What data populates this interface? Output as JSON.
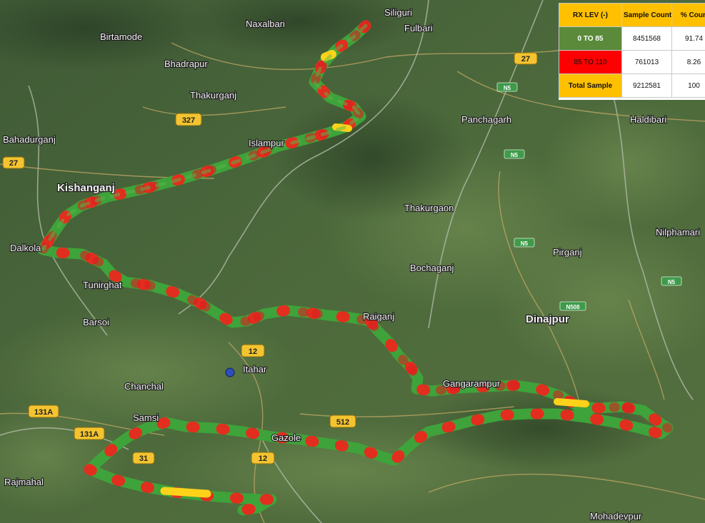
{
  "legend": {
    "headers": [
      "RX LEV (-)",
      "Sample Count",
      "% Coun"
    ],
    "rows": [
      {
        "label": "0 TO 85",
        "count": "8451568",
        "percent": "91.74"
      },
      {
        "label": "85 TO 110",
        "count": "761013",
        "percent": "8.26"
      },
      {
        "label": "Total Sample",
        "count": "9212581",
        "percent": "100"
      }
    ]
  },
  "colors": {
    "good": "#3aa535",
    "bad": "#ff0000",
    "total": "#ffc000",
    "good_label": "#5a8a3a",
    "header": "#ffc000"
  },
  "places": [
    {
      "name": "Siliguri"
    },
    {
      "name": "Fulbari"
    },
    {
      "name": "Naxalbari"
    },
    {
      "name": "Birtamode"
    },
    {
      "name": "Bhadrapur"
    },
    {
      "name": "Thakurganj"
    },
    {
      "name": "Bahadurganj"
    },
    {
      "name": "Islampur"
    },
    {
      "name": "Kishanganj"
    },
    {
      "name": "Panchagarh"
    },
    {
      "name": "Haldibari"
    },
    {
      "name": "Thakurgaon"
    },
    {
      "name": "Nilphamari"
    },
    {
      "name": "Pirganj"
    },
    {
      "name": "Bochaganj"
    },
    {
      "name": "Dinajpur"
    },
    {
      "name": "Dalkola"
    },
    {
      "name": "Tunirghat"
    },
    {
      "name": "Barsoi"
    },
    {
      "name": "Itahar"
    },
    {
      "name": "Chanchal"
    },
    {
      "name": "Gangarampur"
    },
    {
      "name": "Samsi"
    },
    {
      "name": "Gazole"
    },
    {
      "name": "Rajmahal"
    },
    {
      "name": "Mohadevpur"
    },
    {
      "name": "Raiganj"
    }
  ],
  "shields": [
    {
      "text": "27"
    },
    {
      "text": "327"
    },
    {
      "text": "27"
    },
    {
      "text": "12"
    },
    {
      "text": "131A"
    },
    {
      "text": "131A"
    },
    {
      "text": "31"
    },
    {
      "text": "12"
    },
    {
      "text": "512"
    }
  ],
  "highway_markers": [
    {
      "text": "N5"
    },
    {
      "text": "N5"
    },
    {
      "text": "N5"
    },
    {
      "text": "N508"
    },
    {
      "text": "N5"
    }
  ]
}
